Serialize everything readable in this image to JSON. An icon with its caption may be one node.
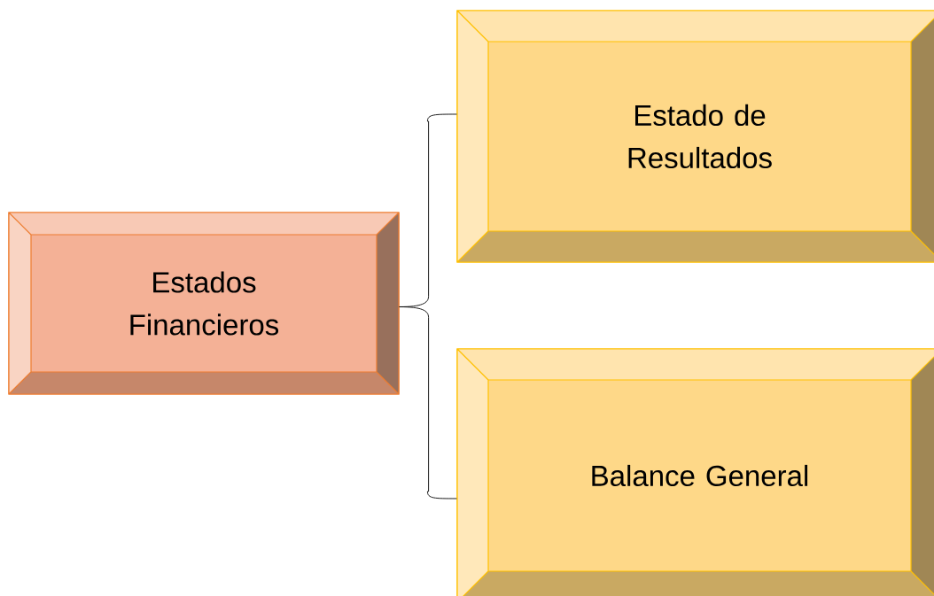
{
  "diagram": {
    "nodes": [
      {
        "text": [
          "Estados Financieros"
        ]
      },
      {
        "text": [
          "Estado de Resultados"
        ]
      },
      {
        "text": [
          "Balance General"
        ]
      }
    ],
    "edges": [
      {
        "from": 0,
        "to": 1,
        "arrow": "none"
      },
      {
        "from": 0,
        "to": 2,
        "arrow": "none"
      }
    ]
  }
}
